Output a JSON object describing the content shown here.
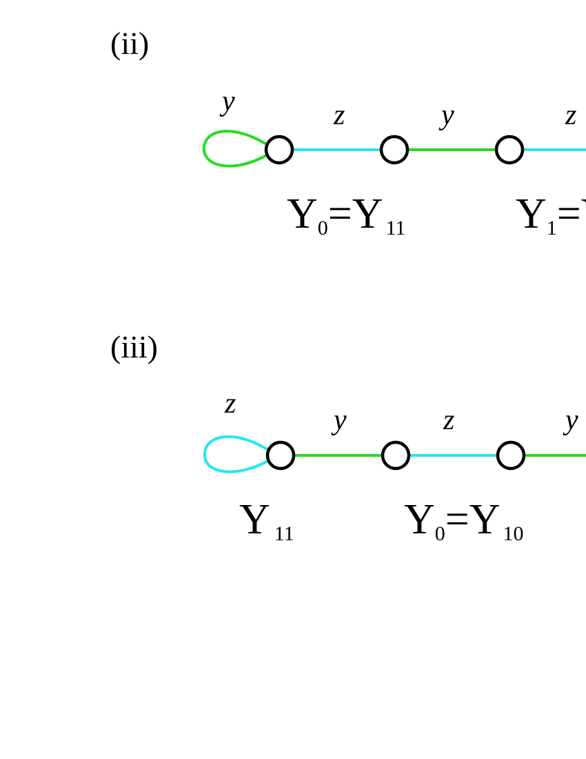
{
  "colors": {
    "green": "#22dd22",
    "cyan": "#22e8f0",
    "node_stroke": "#000000"
  },
  "panels": [
    {
      "label": "(ii)",
      "loop_label": "y",
      "loop_color": "green",
      "edges": [
        {
          "label": "z",
          "color": "cyan"
        },
        {
          "label": "y",
          "color": "green"
        },
        {
          "label": "z",
          "color": "cyan"
        }
      ],
      "nodes": [
        {
          "base": "Y",
          "sub": "0",
          "eq_base": "Y",
          "eq_sub": "11"
        },
        {
          "base": "Y",
          "sub": "1",
          "eq_base": "Y",
          "eq_sub": ""
        }
      ]
    },
    {
      "label": "(iii)",
      "loop_label": "z",
      "loop_color": "cyan",
      "edges": [
        {
          "label": "y",
          "color": "green"
        },
        {
          "label": "z",
          "color": "cyan"
        },
        {
          "label": "y",
          "color": "green"
        }
      ],
      "nodes": [
        {
          "base": "Y",
          "sub": "11"
        },
        {
          "base": "Y",
          "sub": "0",
          "eq_base": "Y",
          "eq_sub": "10"
        }
      ]
    }
  ]
}
